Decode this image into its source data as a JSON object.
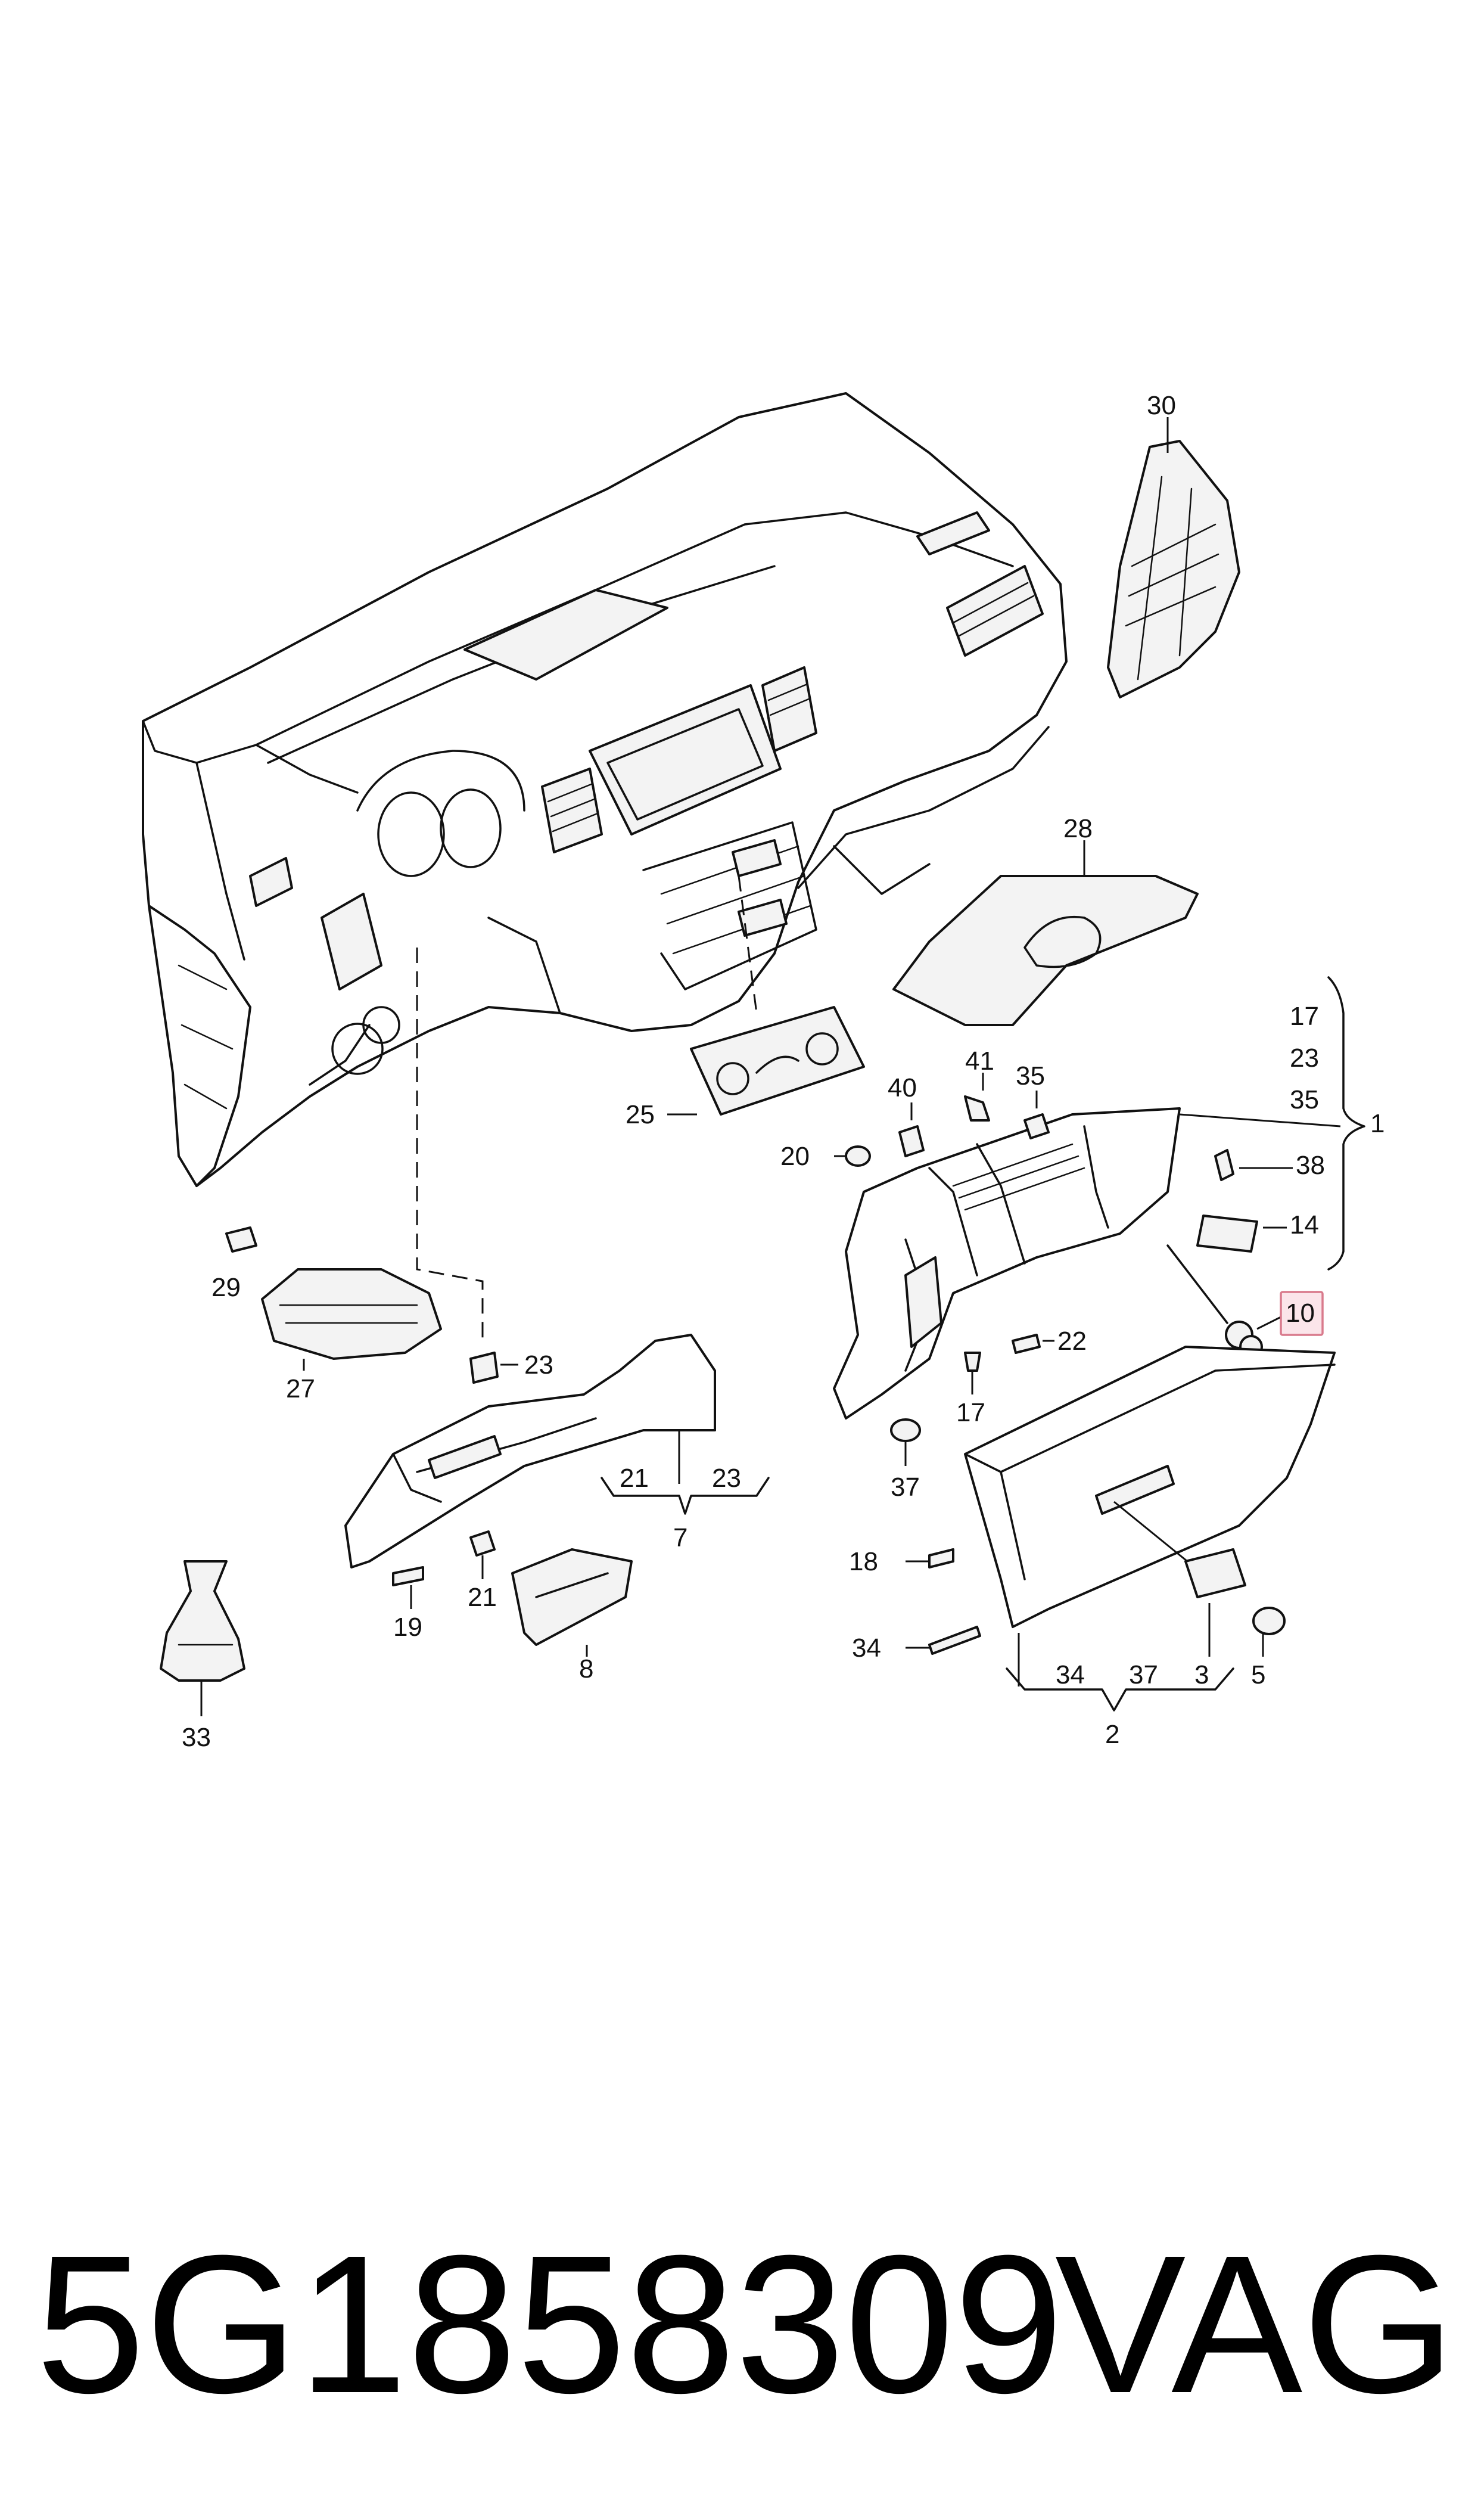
{
  "diagram": {
    "callouts": [
      {
        "id": "c30",
        "text": "30"
      },
      {
        "id": "c28",
        "text": "28"
      },
      {
        "id": "c17a",
        "text": "17"
      },
      {
        "id": "c23a",
        "text": "23"
      },
      {
        "id": "c35a",
        "text": "35"
      },
      {
        "id": "c1",
        "text": "1"
      },
      {
        "id": "c38",
        "text": "38"
      },
      {
        "id": "c14",
        "text": "14"
      },
      {
        "id": "c10",
        "text": "10"
      },
      {
        "id": "c40",
        "text": "40"
      },
      {
        "id": "c41",
        "text": "41"
      },
      {
        "id": "c35b",
        "text": "35"
      },
      {
        "id": "c20",
        "text": "20"
      },
      {
        "id": "c25",
        "text": "25"
      },
      {
        "id": "c22",
        "text": "22"
      },
      {
        "id": "c17b",
        "text": "17"
      },
      {
        "id": "c37a",
        "text": "37"
      },
      {
        "id": "c29",
        "text": "29"
      },
      {
        "id": "c27",
        "text": "27"
      },
      {
        "id": "c23b",
        "text": "23"
      },
      {
        "id": "c21a",
        "text": "21"
      },
      {
        "id": "c23c",
        "text": "23"
      },
      {
        "id": "c7",
        "text": "7"
      },
      {
        "id": "c21b",
        "text": "21"
      },
      {
        "id": "c19",
        "text": "19"
      },
      {
        "id": "c8",
        "text": "8"
      },
      {
        "id": "c18",
        "text": "18"
      },
      {
        "id": "c34a",
        "text": "34"
      },
      {
        "id": "c34b",
        "text": "34"
      },
      {
        "id": "c37b",
        "text": "37"
      },
      {
        "id": "c3",
        "text": "3"
      },
      {
        "id": "c5",
        "text": "5"
      },
      {
        "id": "c2",
        "text": "2"
      },
      {
        "id": "c33",
        "text": "33"
      }
    ],
    "highlighted_callout": "10",
    "highlight_color": "#fbe5ea"
  },
  "footer": {
    "part_number": "5G1858309",
    "brand": "VAG"
  }
}
